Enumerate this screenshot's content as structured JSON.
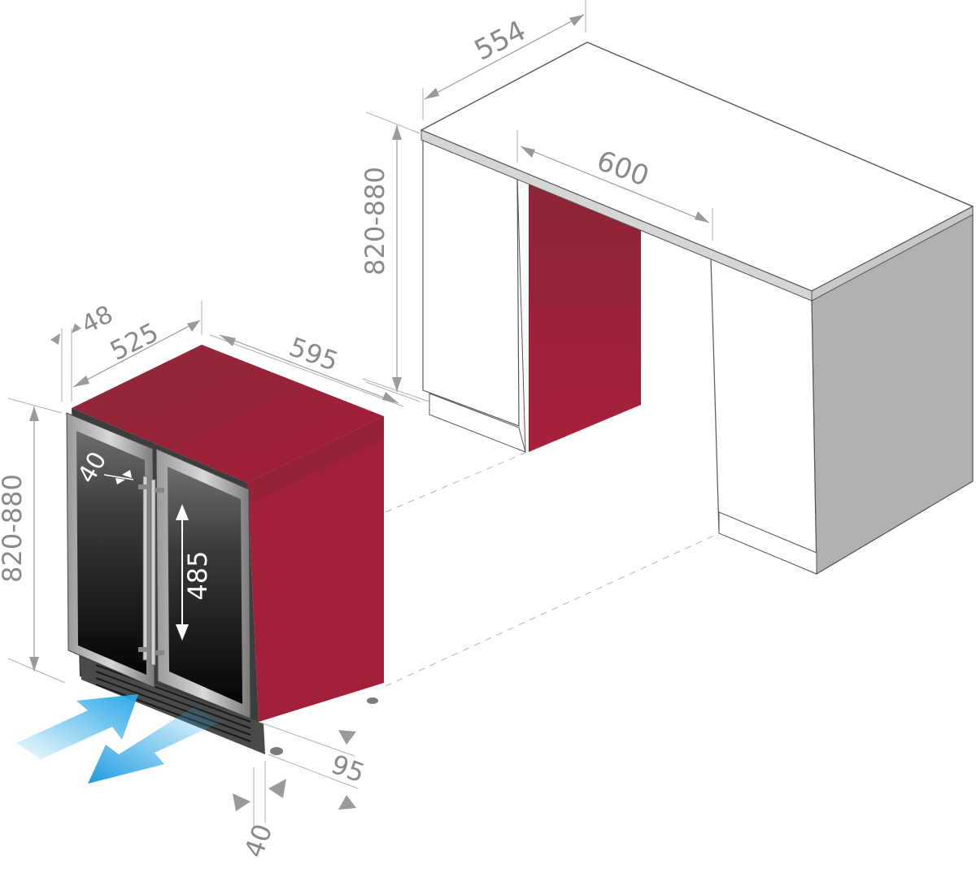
{
  "dimensions": {
    "top_depth": "554",
    "niche_height": "820-880",
    "niche_width": "600",
    "door_thickness": "48",
    "unit_depth": "525",
    "unit_width": "595",
    "unit_height": "820-880",
    "handle_gap": "40",
    "glass_height": "485",
    "plinth_depth": "95",
    "plinth_offset": "40"
  },
  "colors": {
    "cabinet_body": "#a3203a",
    "cabinet_side": "#8b2636",
    "counter_side": "#b1b1b1",
    "airflow": "#2aa8e8",
    "dimension_text": "#8a8a8a"
  },
  "icons": {
    "airflow_in": "arrow-right-up",
    "airflow_out": "arrow-left-down"
  }
}
